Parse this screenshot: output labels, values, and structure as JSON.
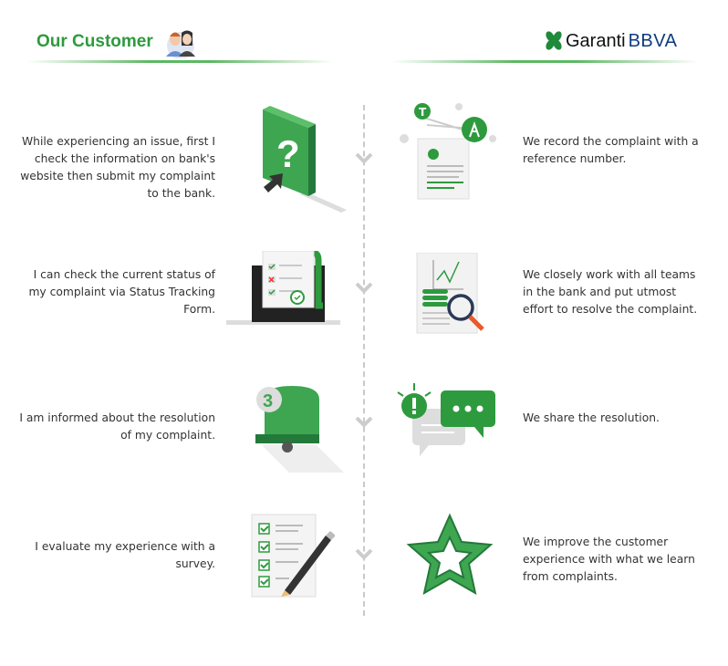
{
  "header": {
    "title": "Our Customer",
    "logo_text_1": "Garanti",
    "logo_text_2": "BBVA"
  },
  "colors": {
    "green": "#2e9a3e",
    "navy": "#0f3b7e",
    "text": "#333333"
  },
  "steps": [
    {
      "customer": "While experiencing an issue, first I check the information on bank's website then submit my complaint to the bank.",
      "bank": "We record the complaint with a reference number."
    },
    {
      "customer": "I can check the current status of my complaint via Status Tracking Form.",
      "bank": "We closely work with all teams in the bank and put utmost effort to resolve the complaint."
    },
    {
      "customer": "I am informed about the resolution of my complaint.",
      "bank": "We share the resolution.",
      "bell_number": "3"
    },
    {
      "customer": "I evaluate my experience with a survey.",
      "bank": "We improve the customer experience with what we learn from complaints."
    }
  ]
}
